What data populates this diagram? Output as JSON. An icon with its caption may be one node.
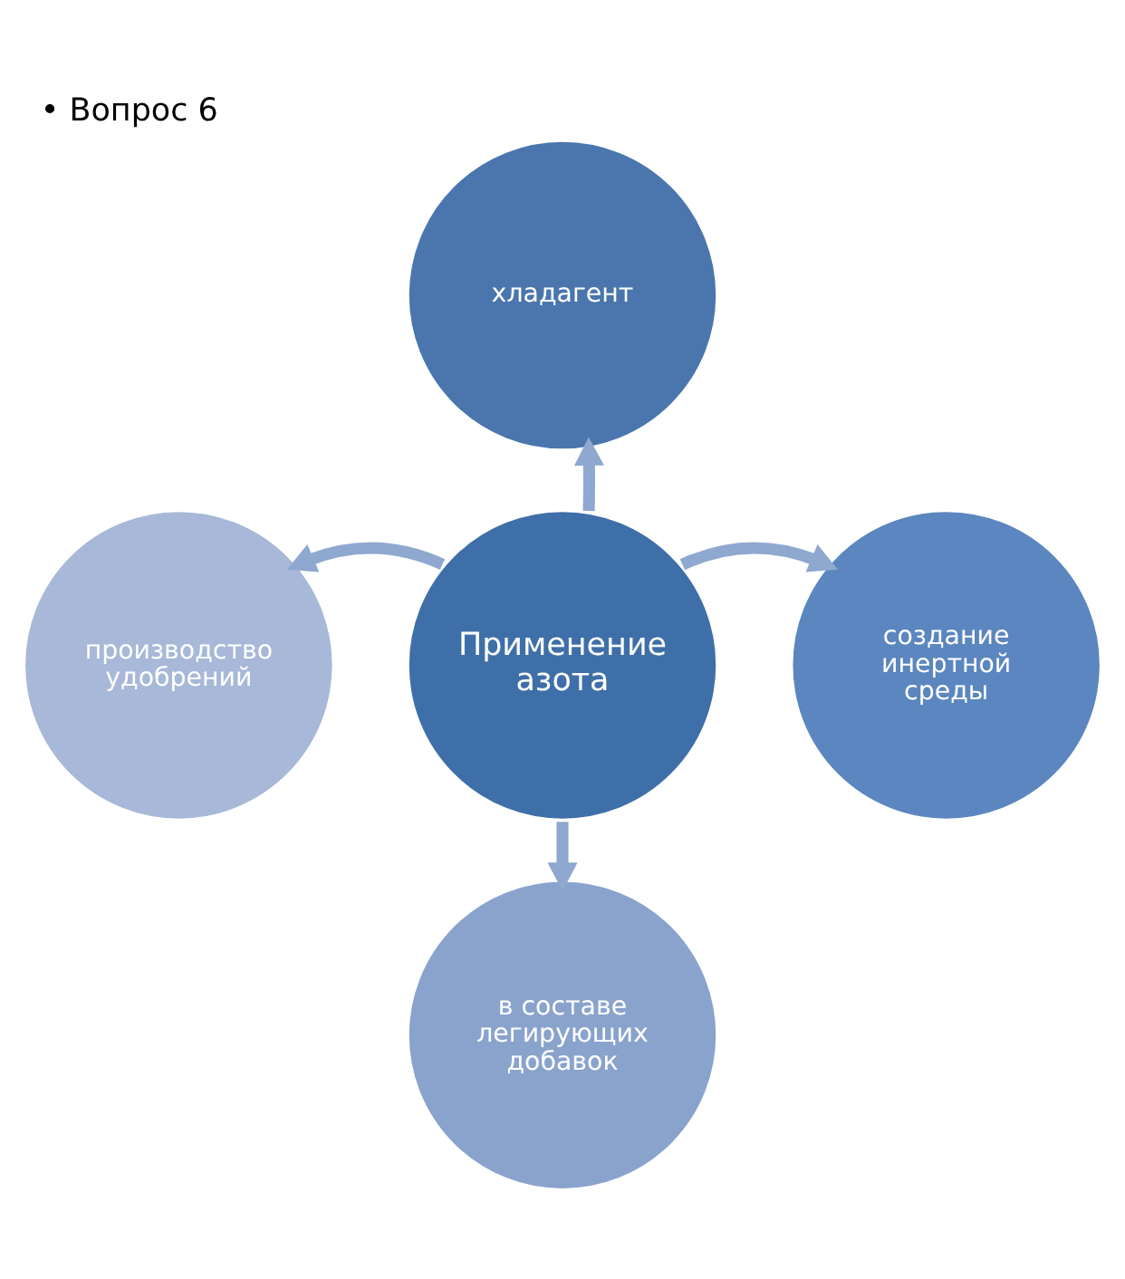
{
  "diagram": {
    "title": "• Вопрос 6",
    "nodes": [
      {
        "text": [
          "Применение азота"
        ]
      },
      {
        "text": [
          "хладагент"
        ]
      },
      {
        "text": [
          "производство удобрений"
        ]
      },
      {
        "text": [
          "создание инертной среды"
        ]
      },
      {
        "text": [
          "в составе легирующих добавок"
        ]
      }
    ],
    "edges": [
      {
        "from": 0,
        "to": 1,
        "arrow": "to"
      },
      {
        "from": 0,
        "to": 2,
        "arrow": "to"
      },
      {
        "from": 0,
        "to": 3,
        "arrow": "to"
      },
      {
        "from": 0,
        "to": 4,
        "arrow": "to"
      }
    ]
  }
}
